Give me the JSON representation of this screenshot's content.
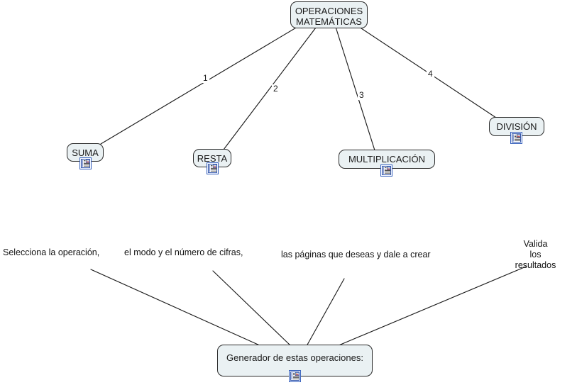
{
  "diagram": {
    "title": "OPERACIONES MATEMÁTICAS",
    "accent_node_fill": "#eaf1f3",
    "accent_node_stroke": "#2b2b2b",
    "line_color": "#1c1c1c",
    "text_color": "#1a1a1a"
  },
  "nodes": {
    "root": {
      "label": "OPERACIONES\nMATEMÁTICAS",
      "icon": "note-document-icon"
    },
    "suma": {
      "label": "SUMA",
      "icon": "note-document-icon"
    },
    "resta": {
      "label": "RESTA",
      "icon": "note-document-icon"
    },
    "multiplicacion": {
      "label": "MULTIPLICACIÓN",
      "icon": "note-document-icon"
    },
    "division": {
      "label": "DIVISIÓN",
      "icon": "note-document-icon"
    },
    "generador": {
      "label": "Generador de estas operaciones:",
      "icon": "note-document-icon"
    }
  },
  "edge_labels": {
    "e1": "1",
    "e2": "2",
    "e3": "3",
    "e4": "4"
  },
  "notes": {
    "n1": "Selecciona la operación,",
    "n2": "el modo y el número de cifras,",
    "n3": "las páginas que deseas y dale a crear",
    "n4": "Valida\nlos\nresultados"
  }
}
